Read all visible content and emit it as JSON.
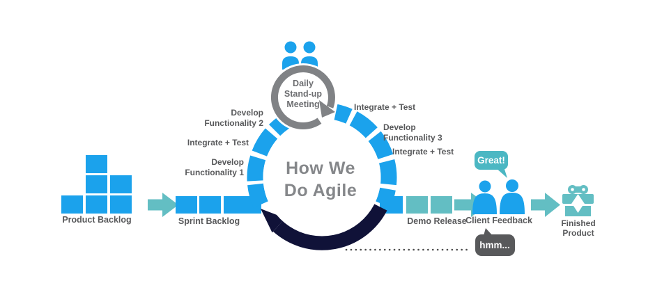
{
  "diagram": {
    "title": {
      "line1": "How We",
      "line2": "Do Agile"
    },
    "standup_meeting": {
      "line1": "Daily",
      "line2": "Stand-up",
      "line3": "Meeting"
    },
    "stages": {
      "product_backlog": "Product Backlog",
      "sprint_backlog": "Sprint Backlog",
      "demo_release": "Demo Release",
      "client_feedback": "Client Feedback",
      "finished_product": {
        "line1": "Finished",
        "line2": "Product"
      }
    },
    "cycle_labels": {
      "develop_1": {
        "line1": "Develop",
        "line2": "Functionality 1"
      },
      "integrate_test_left": "Integrate + Test",
      "develop_2": {
        "line1": "Develop",
        "line2": "Functionality 2"
      },
      "integrate_test_top_right": "Integrate + Test",
      "develop_3": {
        "line1": "Develop",
        "line2": "Functionality 3"
      },
      "integrate_test_right": "Integrate + Test"
    },
    "speech_bubbles": {
      "positive": "Great!",
      "negative": "hmm..."
    },
    "colors": {
      "blue": "#1BA2EC",
      "teal": "#63BEC3",
      "teal_bubble": "#4BB7C3",
      "navy": "#101238",
      "gray_ring": "#808285",
      "gray_bubble": "#58595B",
      "label_text": "#58595B",
      "title_text": "#85878A"
    }
  }
}
